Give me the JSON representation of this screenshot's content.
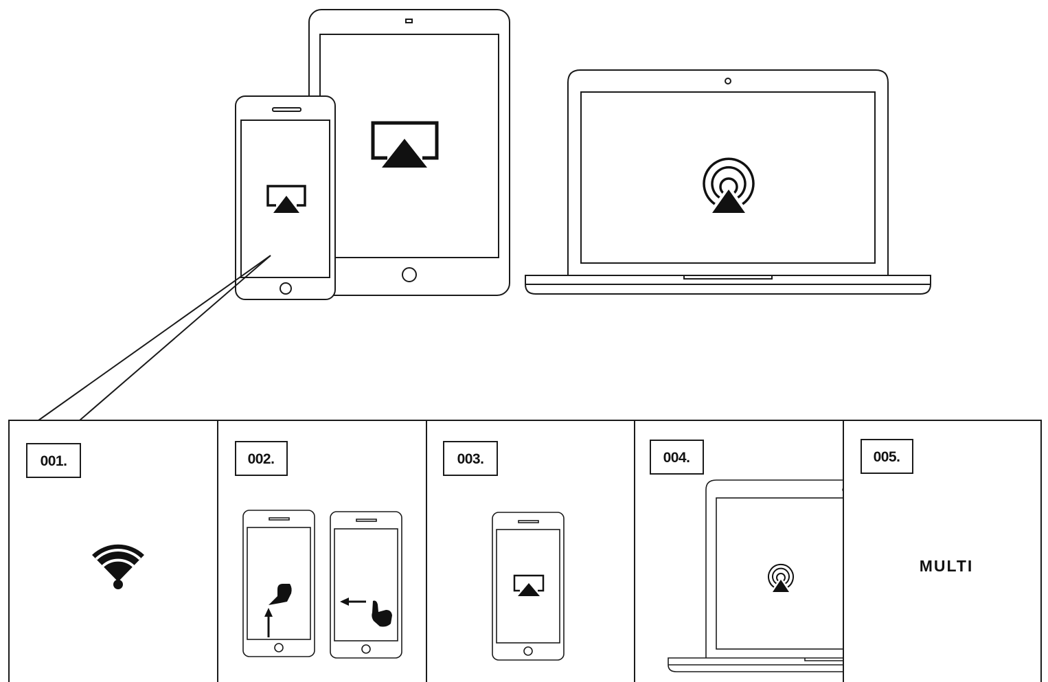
{
  "steps": [
    {
      "label": "001.",
      "icon": "wifi-icon"
    },
    {
      "label": "002.",
      "icon": "swipe-gesture-icon"
    },
    {
      "label": "003.",
      "icon": "airplay-screen-icon"
    },
    {
      "label": "004.",
      "icon": "airplay-audio-icon"
    },
    {
      "label": "005.",
      "text": "MULTI"
    }
  ],
  "colors": {
    "stroke": "#1a1a1a",
    "background": "#ffffff"
  }
}
